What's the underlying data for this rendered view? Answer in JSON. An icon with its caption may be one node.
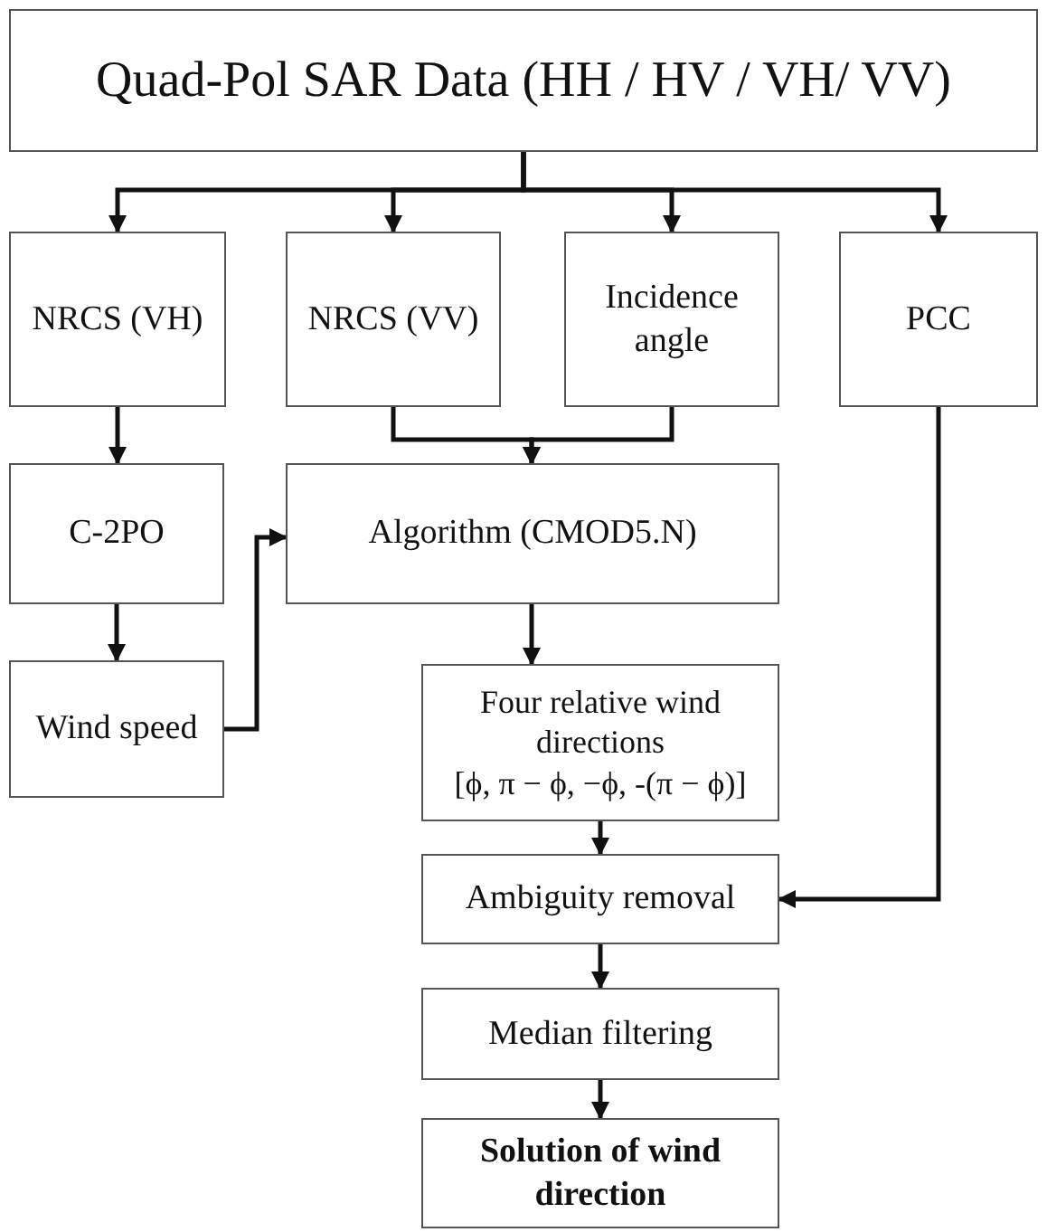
{
  "diagram": {
    "nodes": [
      {
        "text": [
          "Quad-Pol SAR Data (HH / HV / VH/ VV)"
        ]
      },
      {
        "text": [
          "NRCS (VH)"
        ]
      },
      {
        "text": [
          "NRCS (VV)"
        ]
      },
      {
        "text": [
          "Incidence angle"
        ]
      },
      {
        "text": [
          "PCC"
        ]
      },
      {
        "text": [
          "C-2PO"
        ]
      },
      {
        "text": [
          "Algorithm (CMOD5.N)"
        ]
      },
      {
        "text": [
          "Wind speed"
        ]
      },
      {
        "text": [
          "Four relative wind directions",
          "[ϕ,  π − ϕ,  −ϕ, -(π − ϕ)]"
        ]
      },
      {
        "text": [
          "Ambiguity removal"
        ]
      },
      {
        "text": [
          "Median filtering"
        ]
      },
      {
        "text": [
          "Solution of wind direction"
        ]
      }
    ],
    "edges": [
      {
        "from": 0,
        "to": 1,
        "arrow": "to"
      },
      {
        "from": 0,
        "to": 2,
        "arrow": "to"
      },
      {
        "from": 0,
        "to": 3,
        "arrow": "to"
      },
      {
        "from": 0,
        "to": 4,
        "arrow": "to"
      },
      {
        "from": 1,
        "to": 5,
        "arrow": "to"
      },
      {
        "from": 2,
        "to": 6,
        "arrow": "to"
      },
      {
        "from": 3,
        "to": 6,
        "arrow": "to"
      },
      {
        "from": 5,
        "to": 7,
        "arrow": "to"
      },
      {
        "from": 7,
        "to": 6,
        "arrow": "to"
      },
      {
        "from": 6,
        "to": 8,
        "arrow": "to"
      },
      {
        "from": 8,
        "to": 9,
        "arrow": "to"
      },
      {
        "from": 4,
        "to": 9,
        "arrow": "to"
      },
      {
        "from": 9,
        "to": 10,
        "arrow": "to"
      },
      {
        "from": 10,
        "to": 11,
        "arrow": "to"
      }
    ]
  }
}
